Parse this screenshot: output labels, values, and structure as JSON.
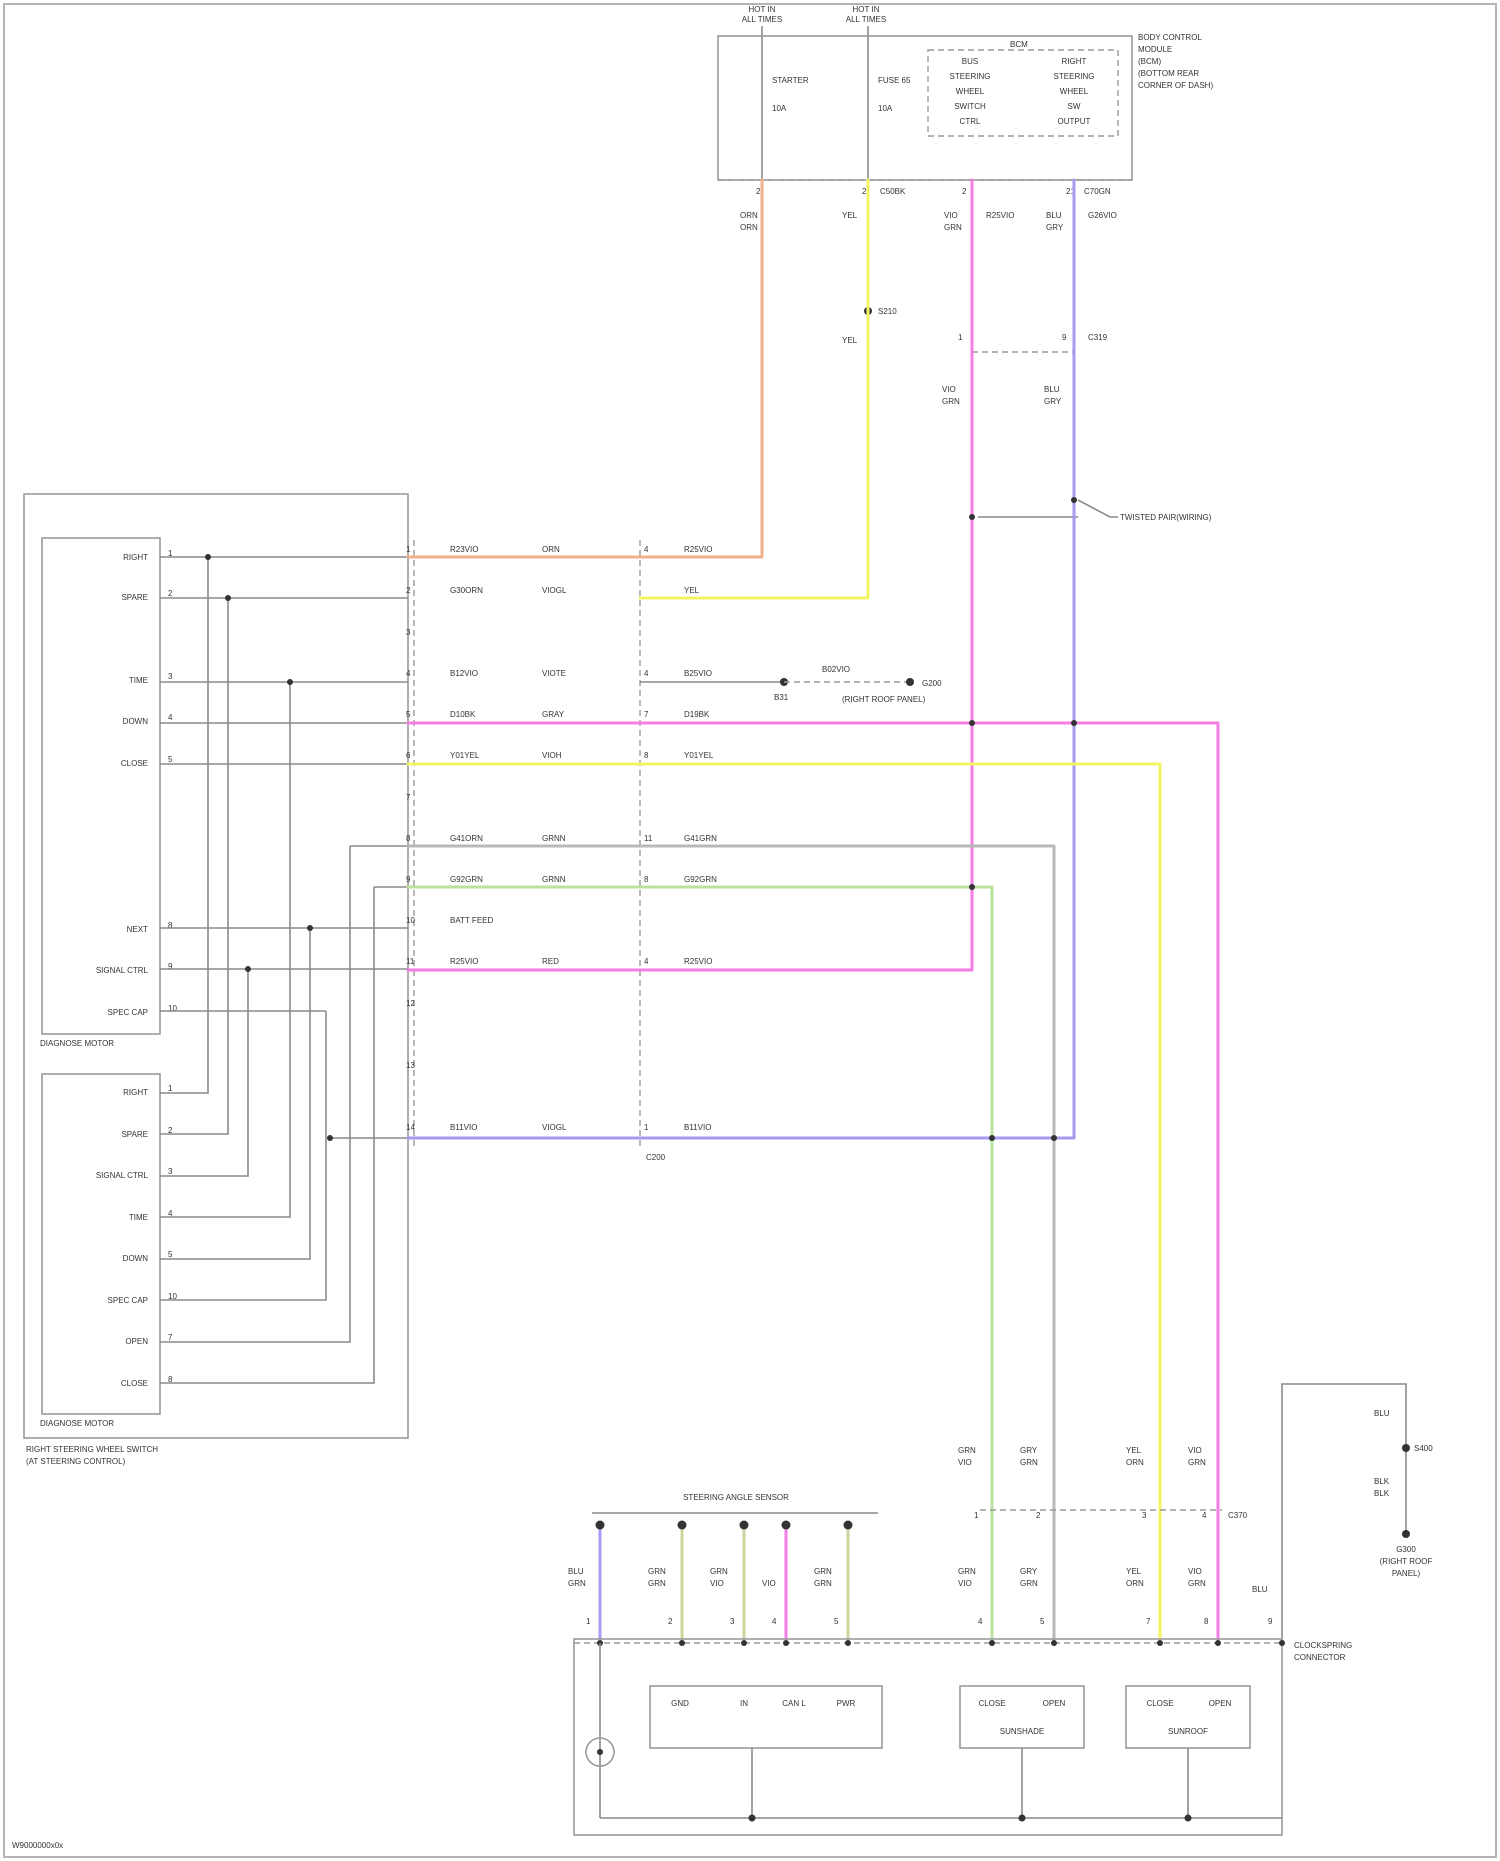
{
  "colors": {
    "orange": "#f2b08a",
    "yellow": "#f4f461",
    "pink": "#f47ce3",
    "violet": "#a79af0",
    "green": "#b7e39e",
    "gray": "#9a9a9a"
  },
  "power_labels": [
    {
      "id": "left",
      "lines": [
        "HOT IN",
        "ALL TIMES"
      ]
    },
    {
      "id": "right",
      "lines": [
        "HOT IN",
        "ALL TIMES"
      ]
    }
  ],
  "bcm": {
    "title_lines": [
      "BODY CONTROL",
      "MODULE",
      "(BCM)",
      "(BOTTOM REAR",
      "CORNER OF DASH)"
    ],
    "inner_title": "BCM",
    "left_fuse": [
      "STARTER",
      "10A"
    ],
    "right_fuse": [
      "FUSE 65",
      "10A"
    ],
    "block_left": [
      "BUS",
      "STEERING",
      "WHEEL",
      "SWITCH",
      "CTRL"
    ],
    "block_right": [
      "RIGHT",
      "STEERING",
      "WHEEL",
      "SW",
      "OUTPUT"
    ]
  },
  "bcm_pins": [
    {
      "pin": "2",
      "conn": ""
    },
    {
      "pin": "2",
      "conn": "C50BK"
    },
    {
      "pin": "2",
      "conn": ""
    },
    {
      "pin": "21",
      "conn": "C70GN"
    }
  ],
  "top_wire_labels": [
    {
      "lines": [
        "ORN",
        "ORN"
      ]
    },
    {
      "lines": [
        "YEL"
      ]
    },
    {
      "lines": [
        "VIO",
        "GRN"
      ],
      "tag": "R25VIO"
    },
    {
      "lines": [
        "BLU",
        "GRY"
      ],
      "tag": "G26VIO"
    }
  ],
  "splice_top": {
    "label": "S210",
    "wire": "YEL"
  },
  "inline_conn": {
    "left_pin": "1",
    "right_pin": "9",
    "label": "C319"
  },
  "lower_wire_labels": [
    {
      "lines": [
        "VIO",
        "GRN"
      ]
    },
    {
      "lines": [
        "BLU",
        "GRY"
      ]
    }
  ],
  "twisted_pair_label": "TWISTED PAIR(WIRING)",
  "switch_assembly": {
    "outer_label": [
      "RIGHT STEERING WHEEL SWITCH",
      "(AT STEERING CONTROL)"
    ],
    "upper_module": {
      "label": "DIAGNOSE MOTOR",
      "rows": [
        {
          "name": "RIGHT",
          "pin": "1"
        },
        {
          "name": "SPARE",
          "pin": "2"
        },
        {
          "name": "TIME",
          "pin": "3"
        },
        {
          "name": "DOWN",
          "pin": "4"
        },
        {
          "name": "CLOSE",
          "pin": "5"
        },
        {
          "name": "NEXT",
          "pin": "8"
        },
        {
          "name": "SIGNAL CTRL",
          "pin": "9"
        },
        {
          "name": "SPEC CAP",
          "pin": "10"
        }
      ]
    },
    "lower_module": {
      "label": "DIAGNOSE MOTOR",
      "rows": [
        {
          "name": "RIGHT",
          "pin": "1"
        },
        {
          "name": "SPARE",
          "pin": "2"
        },
        {
          "name": "SIGNAL CTRL",
          "pin": "3"
        },
        {
          "name": "TIME",
          "pin": "4"
        },
        {
          "name": "DOWN",
          "pin": "5"
        },
        {
          "name": "SPEC CAP",
          "pin": "10"
        },
        {
          "name": "OPEN",
          "pin": "7"
        },
        {
          "name": "CLOSE",
          "pin": "8"
        }
      ]
    }
  },
  "harness_rows": [
    {
      "pin": "1",
      "code": "R23VIO",
      "color": "ORN",
      "rpin": "4",
      "rcode": "R25VIO"
    },
    {
      "pin": "2",
      "code": "G30ORN",
      "color": "VIOGL",
      "rpin": "",
      "rcode": "YEL"
    },
    {
      "pin": "3",
      "code": "",
      "color": "",
      "rpin": "",
      "rcode": ""
    },
    {
      "pin": "4",
      "code": "B12VIO",
      "color": "VIOTE",
      "rpin": "4",
      "rcode": "B25VIO"
    },
    {
      "pin": "5",
      "code": "D10BK",
      "color": "GRAY",
      "rpin": "7",
      "rcode": "D19BK"
    },
    {
      "pin": "6",
      "code": "Y01YEL",
      "color": "VIOH",
      "rpin": "8",
      "rcode": "Y01YEL"
    },
    {
      "pin": "7",
      "code": "",
      "color": "",
      "rpin": "",
      "rcode": ""
    },
    {
      "pin": "8",
      "code": "G41ORN",
      "color": "GRNN",
      "rpin": "11",
      "rcode": "G41GRN"
    },
    {
      "pin": "9",
      "code": "G92GRN",
      "color": "GRNN",
      "rpin": "8",
      "rcode": "G92GRN"
    },
    {
      "pin": "10",
      "code": "BATT FEED",
      "color": "",
      "rpin": "",
      "rcode": ""
    },
    {
      "pin": "11",
      "code": "R25VIO",
      "color": "RED",
      "rpin": "4",
      "rcode": "R25VIO"
    },
    {
      "pin": "12",
      "code": "",
      "color": "",
      "rpin": "",
      "rcode": ""
    },
    {
      "pin": "13",
      "code": "",
      "color": "",
      "rpin": "",
      "rcode": ""
    },
    {
      "pin": "14",
      "code": "B11VIO",
      "color": "VIOGL",
      "rpin": "1",
      "rcode": "B11VIO"
    }
  ],
  "harness_conn_label": "C200",
  "ground_ref": {
    "wire_top": "B02VIO",
    "label_a": "B31",
    "label_b": "G200",
    "label_c": "(RIGHT ROOF PANEL)"
  },
  "right_ground": {
    "wire_a": "BLU",
    "splice": "S400",
    "wire_b": [
      "BLK",
      "BLK"
    ],
    "label": [
      "G300",
      "(RIGHT ROOF",
      "PANEL)"
    ]
  },
  "pair_connector": {
    "top_labels": [
      [
        "GRN",
        "VIO"
      ],
      [
        "GRY",
        "GRN"
      ],
      [
        "YEL",
        "ORN"
      ],
      [
        "VIO",
        "GRN"
      ]
    ],
    "pins": [
      "1",
      "2",
      "3",
      "4"
    ],
    "label": "C370",
    "bottom_labels": [
      [
        "GRN",
        "VIO"
      ],
      [
        "GRY",
        "GRN"
      ],
      [
        "YEL",
        "ORN"
      ],
      [
        "VIO",
        "GRN"
      ]
    ]
  },
  "steering_sensor": {
    "title": "STEERING ANGLE SENSOR",
    "wire_labels": [
      [
        "BLU",
        "GRN"
      ],
      [
        "GRN",
        "GRN"
      ],
      [
        "GRN",
        "VIO"
      ],
      [
        "VIO"
      ],
      [
        "GRN",
        "GRN"
      ]
    ],
    "pins": [
      "1",
      "2",
      "3",
      "4",
      "5"
    ],
    "box_labels": [
      "GND",
      "IN",
      "CAN L",
      "PWR"
    ]
  },
  "lower_blocks": [
    {
      "id": "a",
      "labels": [
        "CLOSE",
        "OPEN"
      ],
      "title": "SUNSHADE"
    },
    {
      "id": "b",
      "labels": [
        "CLOSE",
        "OPEN"
      ],
      "title": "SUNROOF"
    }
  ],
  "lower_pins": [
    "4",
    "5",
    "7",
    "8",
    "9"
  ],
  "clockspring": [
    "CLOCKSPRING",
    "CONNECTOR"
  ],
  "bus_label": "BLU",
  "footer": "W9000000x0x"
}
